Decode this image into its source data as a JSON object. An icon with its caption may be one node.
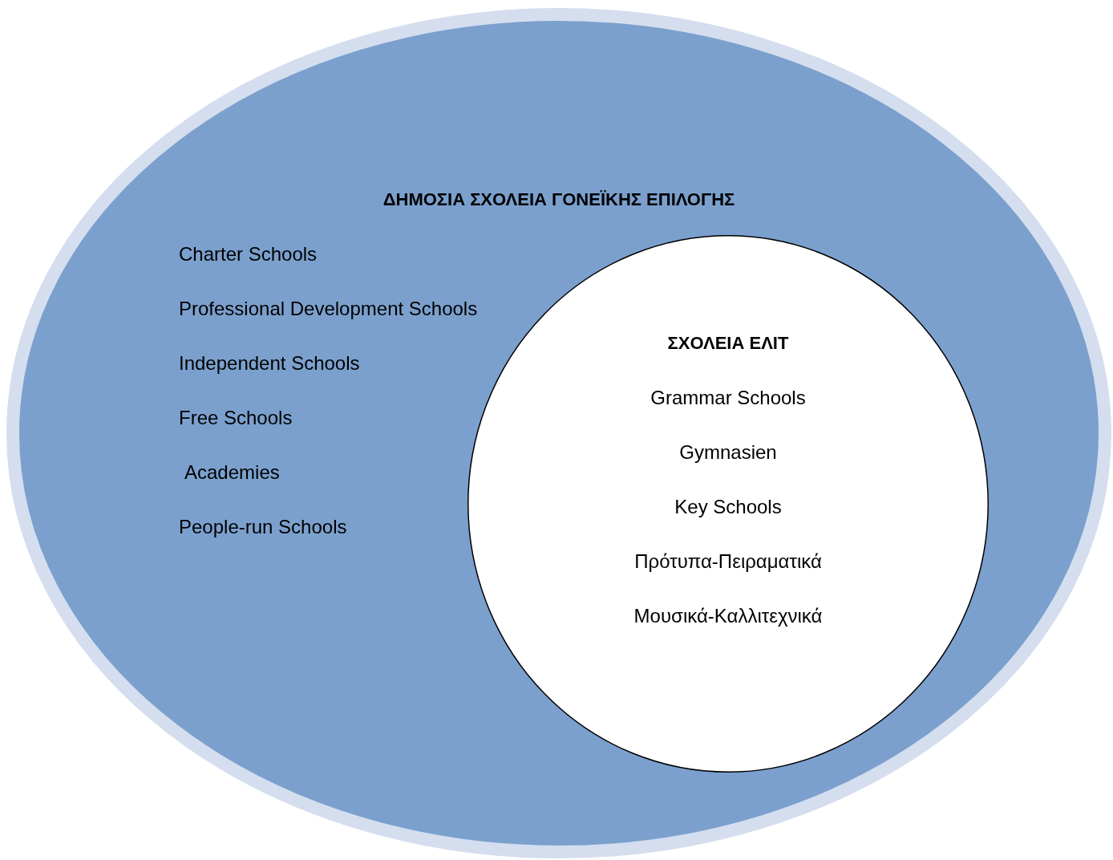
{
  "diagram": {
    "nodes": [
      {
        "text": [
          "ΔΗΜΟΣΙΑ ΣΧΟΛΕΙΑ ΓΟΝΕΪΚΗΣ ΕΠΙΛΟΓΗΣ",
          "Charter Schools",
          "Professional Development Schools",
          "Independent Schools",
          "Free Schools",
          "Academies",
          "People-run Schools"
        ]
      },
      {
        "text": [
          "ΣΧΟΛΕΙΑ ΕΛΙΤ",
          "Grammar Schools",
          "Gymnasien",
          "Key Schools",
          "Πρότυπα-Πειραματικά",
          "Μουσικά-Καλλιτεχνικά"
        ],
        "in": 0
      }
    ]
  }
}
